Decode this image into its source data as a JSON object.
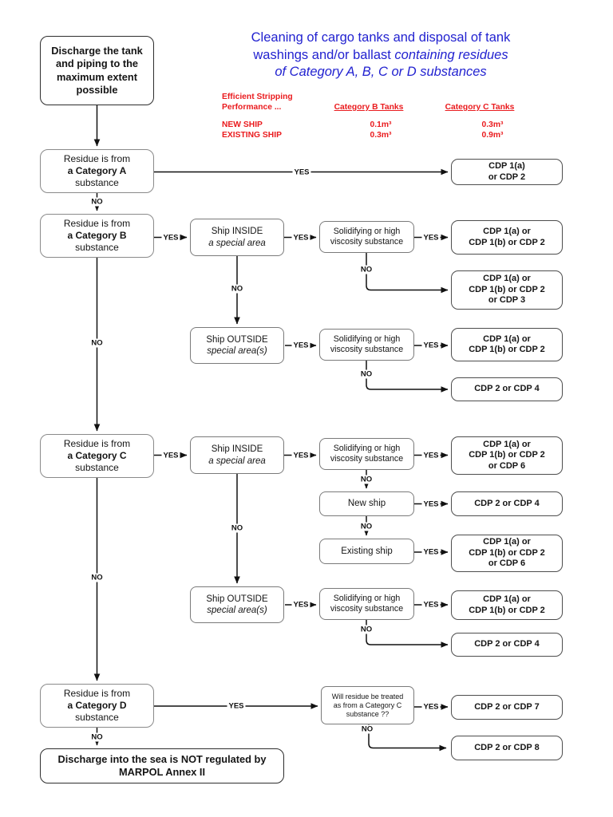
{
  "title": {
    "line1": "Cleaning of cargo tanks and disposal of tank",
    "line2_normal": "washings and/or ballast ",
    "line2_italic": "containing residues",
    "line3": "of Category A, B, C or D substances"
  },
  "stripping_table": {
    "caption_line1": "Efficient Stripping",
    "caption_line2": "Performance ...",
    "col_b_header": "Category B Tanks",
    "col_c_header": "Category C Tanks",
    "rows": [
      {
        "label": "NEW SHIP",
        "b": "0.1m³",
        "c": "0.3m³"
      },
      {
        "label": "EXISTING SHIP",
        "b": "0.3m³",
        "c": "0.9m³"
      }
    ]
  },
  "edge_labels": {
    "yes": "YES",
    "no": "NO"
  },
  "nodes": {
    "discharge": {
      "l1": "Discharge the tank",
      "l2": "and piping to the",
      "l3": "maximum extent",
      "l4": "possible"
    },
    "cat_a": {
      "l1": "Residue is from",
      "l2": "a Category A",
      "l3": "substance"
    },
    "cat_b": {
      "l1": "Residue is from",
      "l2": "a Category B",
      "l3": "substance"
    },
    "cat_c": {
      "l1": "Residue is from",
      "l2": "a Category C",
      "l3": "substance"
    },
    "cat_d": {
      "l1": "Residue is from",
      "l2": "a Category D",
      "l3": "substance"
    },
    "ship_inside": {
      "l1": "Ship INSIDE",
      "l2": "a special area"
    },
    "ship_outside": {
      "l1": "Ship OUTSIDE",
      "l2": "special area(s)"
    },
    "solidifying": {
      "l1": "Solidifying or high",
      "l2": "viscosity substance"
    },
    "new_ship": {
      "l1": "New ship"
    },
    "existing_ship": {
      "l1": "Existing ship"
    },
    "question_d": {
      "l1": "Will residue be treated",
      "l2": "as from a Category C",
      "l3": "substance ??"
    },
    "not_regulated": {
      "l1": "Discharge into the sea is NOT regulated by",
      "l2": "MARPOL Annex II"
    },
    "out_a1": {
      "l1": "CDP 1(a)",
      "l2": "or CDP 2"
    },
    "out_b_std": {
      "l1": "CDP 1(a) or",
      "l2": "CDP 1(b) or CDP 2"
    },
    "out_b_cdp3": {
      "l1": "CDP 1(a) or",
      "l2": "CDP 1(b) or CDP 2",
      "l3": "or CDP 3"
    },
    "out_c_cdp6": {
      "l1": "CDP 1(a) or",
      "l2": "CDP 1(b) or CDP 2",
      "l3": "or CDP 6"
    },
    "out_cdp24": {
      "l1": "CDP 2 or CDP 4"
    },
    "out_d7": {
      "l1": "CDP 2 or CDP 7"
    },
    "out_d8": {
      "l1": "CDP 2 or CDP 8"
    }
  },
  "colors": {
    "title_blue": "#2222d0",
    "table_red": "#ea1b1e",
    "box_border_gray": "#8a8a8a",
    "line_black": "#111111"
  }
}
